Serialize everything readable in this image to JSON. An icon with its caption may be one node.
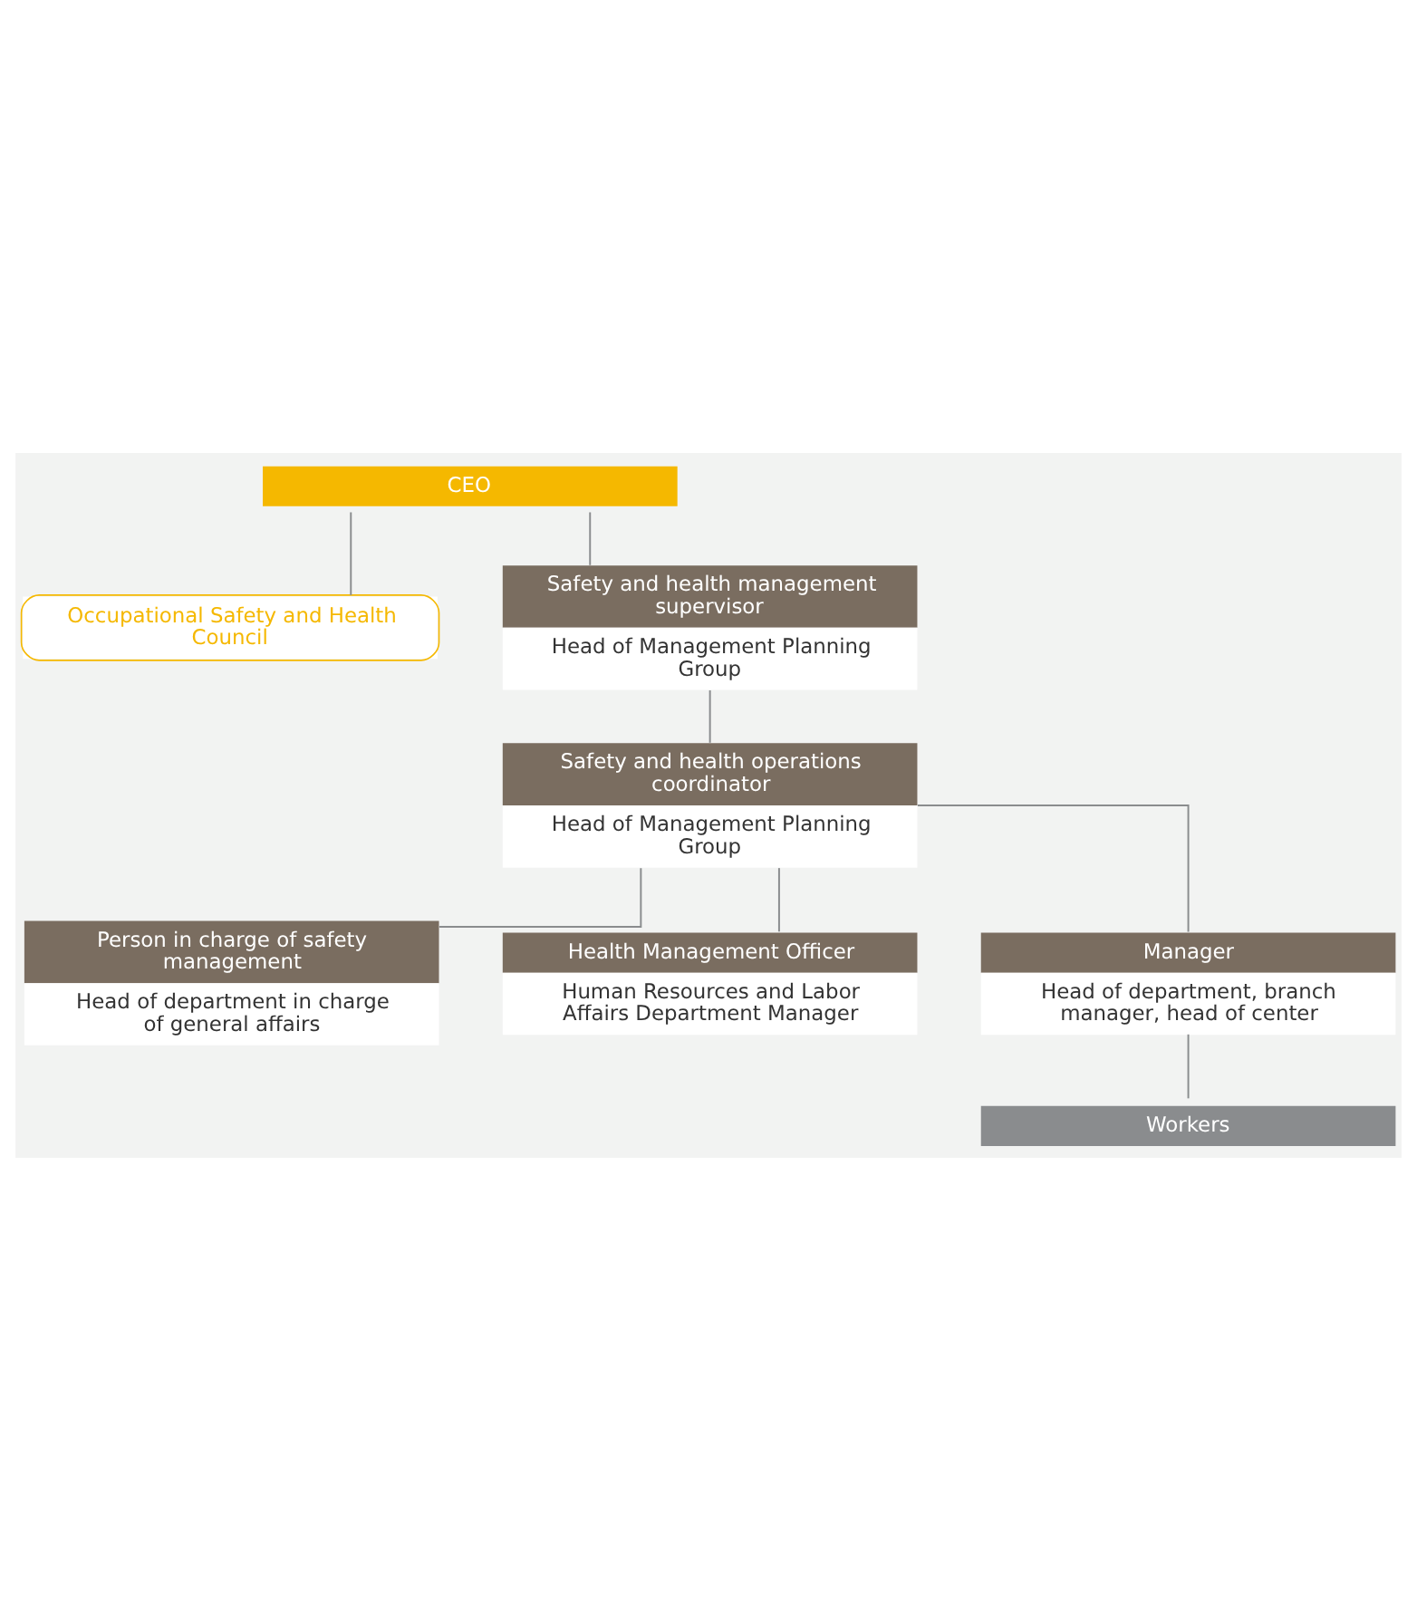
{
  "diagram": {
    "nodes": [
      {
        "text": [
          "CEO"
        ]
      },
      {
        "text": [
          "Occupational Safety and Health Council"
        ]
      },
      {
        "text": [
          "Safety and health management supervisor",
          "Head of Management Planning Group"
        ]
      },
      {
        "text": [
          "Safety and health operations coordinator",
          "Head of Management Planning Group"
        ]
      },
      {
        "text": [
          "Person in charge of safety management",
          "Head of department in charge of general affairs"
        ]
      },
      {
        "text": [
          "Health Management Officer",
          "Human Resources and Labor Affairs Department Manager"
        ]
      },
      {
        "text": [
          "Manager",
          "Head of department, branch manager, head of center"
        ]
      },
      {
        "text": [
          "Workers"
        ]
      }
    ],
    "edges": [
      {
        "from": 0,
        "to": 2,
        "arrow": "none"
      },
      {
        "from": 0,
        "to": 1,
        "arrow": "none"
      },
      {
        "from": 2,
        "to": 3,
        "arrow": "none"
      },
      {
        "from": 3,
        "to": 4,
        "arrow": "none"
      },
      {
        "from": 3,
        "to": 5,
        "arrow": "none"
      },
      {
        "from": 3,
        "to": 6,
        "arrow": "none"
      },
      {
        "from": 6,
        "to": 7,
        "arrow": "none"
      }
    ]
  }
}
